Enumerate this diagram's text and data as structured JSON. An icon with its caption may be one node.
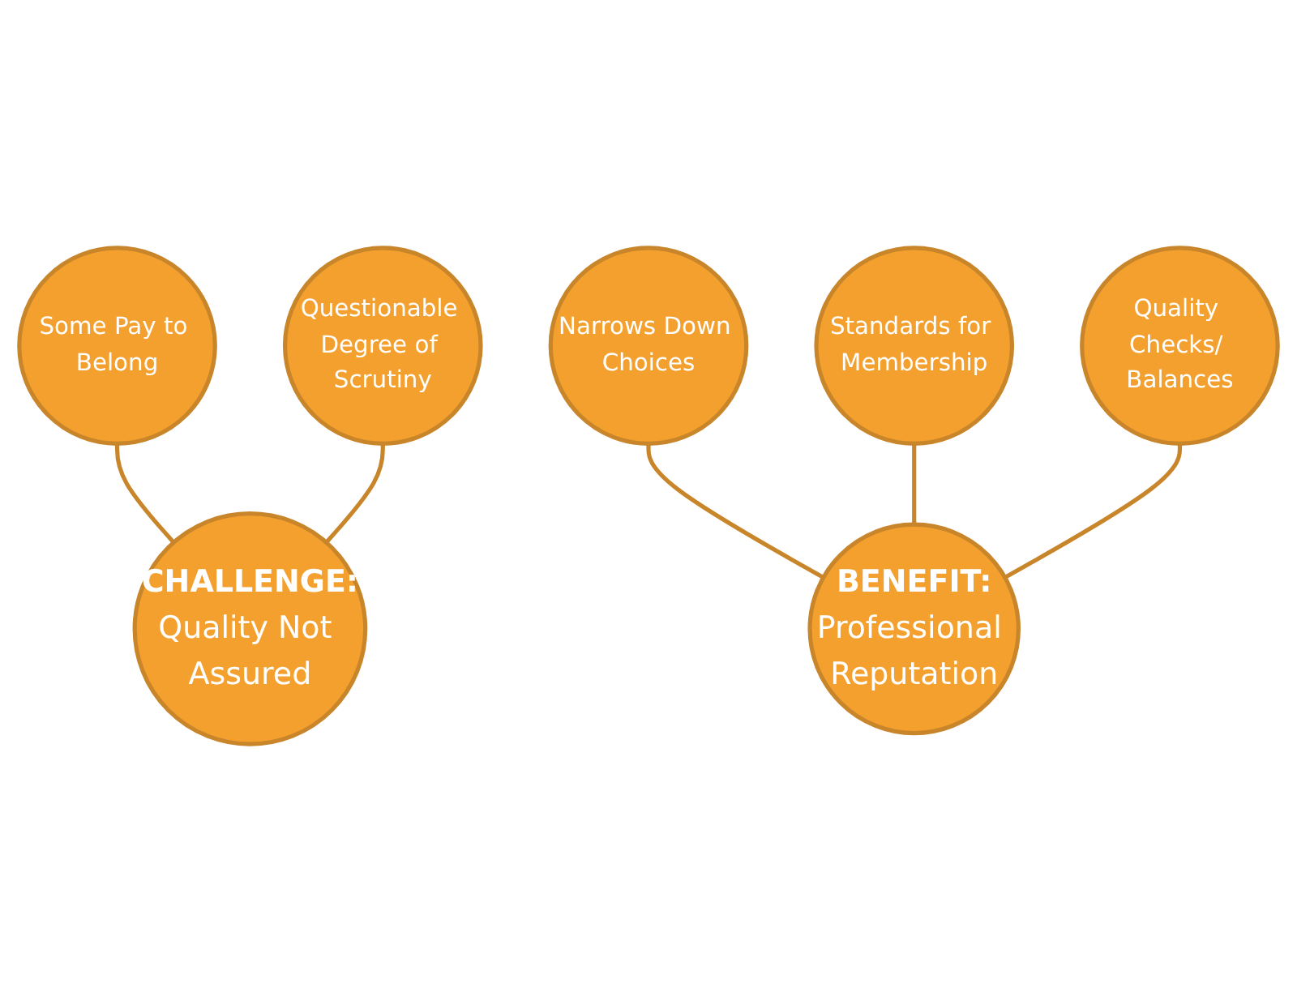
{
  "diagram": {
    "nodes": [
      {
        "text": [
          "Some Pay to Belong"
        ]
      },
      {
        "text": [
          "Questionable Degree of Scrutiny"
        ]
      },
      {
        "text": [
          "CHALLENGE:",
          "Quality Not Assured"
        ]
      },
      {
        "text": [
          "Narrows Down Choices"
        ]
      },
      {
        "text": [
          "Standards for Membership"
        ]
      },
      {
        "text": [
          "BENEFIT:",
          "Professional Reputation"
        ]
      },
      {
        "text": [
          "Quality Checks/ Balances"
        ]
      }
    ],
    "edges": [
      {
        "from": 2,
        "to": 0,
        "arrow": "none"
      },
      {
        "from": 2,
        "to": 1,
        "arrow": "none"
      },
      {
        "from": 5,
        "to": 3,
        "arrow": "none"
      },
      {
        "from": 5,
        "to": 4,
        "arrow": "none"
      },
      {
        "from": 5,
        "to": 6,
        "arrow": "none"
      }
    ]
  }
}
